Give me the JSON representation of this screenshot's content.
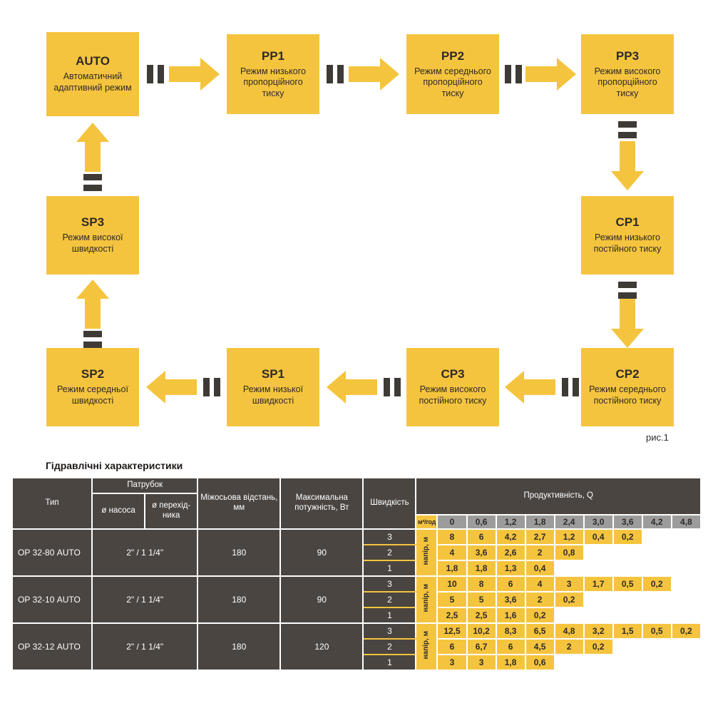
{
  "diagram": {
    "caption": "рис.1",
    "boxes": [
      {
        "code": "AUTO",
        "label": "Автоматичний адаптивний режим"
      },
      {
        "code": "PP1",
        "label": "Режим низького пропорційного тиску"
      },
      {
        "code": "PP2",
        "label": "Режим середнього пропорційного тиску"
      },
      {
        "code": "PP3",
        "label": "Режим високого пропорційного тиску"
      },
      {
        "code": "CP1",
        "label": "Режим низького постійного тиску"
      },
      {
        "code": "CP2",
        "label": "Режим середнього постійного тиску"
      },
      {
        "code": "CP3",
        "label": "Режим високого постійного тиску"
      },
      {
        "code": "SP1",
        "label": "Режим низької швидкості"
      },
      {
        "code": "SP2",
        "label": "Режим середньої швидкості"
      },
      {
        "code": "SP3",
        "label": "Режим високої швидкості"
      }
    ]
  },
  "table": {
    "title": "Гідравлічні характеристики",
    "headers": {
      "type": "Тип",
      "patrubok": "Патрубок",
      "pump_diam": "ø насоса",
      "adapter_diam": "ø перехід-ника",
      "distance": "Міжосьова відстань, мм",
      "power": "Максимальна потужність, Вт",
      "speed": "Швидкість",
      "productivity": "Продуктивність, Q",
      "flow_unit": "м³/год",
      "head_unit": "напір, м"
    },
    "flow_values": [
      "0",
      "0,6",
      "1,2",
      "1,8",
      "2,4",
      "3,0",
      "3,6",
      "4,2",
      "4,8"
    ],
    "groups": [
      {
        "type": "ОР 32-80 AUTO",
        "patrubok": "2\" / 1 1/4\"",
        "distance": "180",
        "power": "90",
        "rows": [
          {
            "speed": "3",
            "head": [
              "8",
              "6",
              "4,2",
              "2,7",
              "1,2",
              "0,4",
              "0,2",
              "",
              ""
            ]
          },
          {
            "speed": "2",
            "head": [
              "4",
              "3,6",
              "2,6",
              "2",
              "0,8",
              "",
              "",
              "",
              ""
            ]
          },
          {
            "speed": "1",
            "head": [
              "1,8",
              "1,8",
              "1,3",
              "0,4",
              "",
              "",
              "",
              "",
              ""
            ]
          }
        ]
      },
      {
        "type": "ОР 32-10 AUTO",
        "patrubok": "2\" / 1 1/4\"",
        "distance": "180",
        "power": "90",
        "rows": [
          {
            "speed": "3",
            "head": [
              "10",
              "8",
              "6",
              "4",
              "3",
              "1,7",
              "0,5",
              "0,2",
              ""
            ]
          },
          {
            "speed": "2",
            "head": [
              "5",
              "5",
              "3,6",
              "2",
              "0,2",
              "",
              "",
              "",
              ""
            ]
          },
          {
            "speed": "1",
            "head": [
              "2,5",
              "2,5",
              "1,6",
              "0,2",
              "",
              "",
              "",
              "",
              ""
            ]
          }
        ]
      },
      {
        "type": "ОР 32-12 AUTO",
        "patrubok": "2\" / 1 1/4\"",
        "distance": "180",
        "power": "120",
        "rows": [
          {
            "speed": "3",
            "head": [
              "12,5",
              "10,2",
              "8,3",
              "6,5",
              "4,8",
              "3,2",
              "1,5",
              "0,5",
              "0,2"
            ]
          },
          {
            "speed": "2",
            "head": [
              "6",
              "6,7",
              "6",
              "4,5",
              "2",
              "0,2",
              "",
              "",
              ""
            ]
          },
          {
            "speed": "1",
            "head": [
              "3",
              "3",
              "1,8",
              "0,6",
              "",
              "",
              "",
              "",
              ""
            ]
          }
        ]
      }
    ]
  },
  "colors": {
    "yellow": "#F5C43E",
    "dark_box_bars": "#3E3A36",
    "table_dark": "#4A4541",
    "flow_gray": "#9C9C9C"
  }
}
